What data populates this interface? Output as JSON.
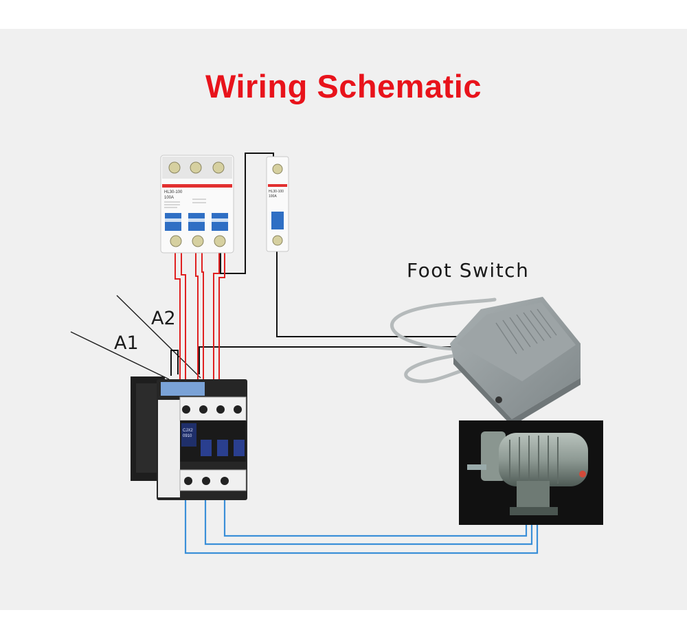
{
  "title": "Wiring Schematic",
  "labels": {
    "foot_switch": "Foot Switch",
    "a1": "A1",
    "a2": "A2"
  },
  "breaker_3p": {
    "model": "HL30-100",
    "rating": "100A"
  },
  "breaker_1p": {
    "model": "HL30-100",
    "rating": "100A"
  },
  "contactor": {
    "model": "CJX2",
    "rating": "0910"
  },
  "colors": {
    "title": "#e8131b",
    "power_wire": "#e02020",
    "control_wire": "#111111",
    "motor_wire": "#3a8fd8",
    "background": "#f0f0f0"
  }
}
